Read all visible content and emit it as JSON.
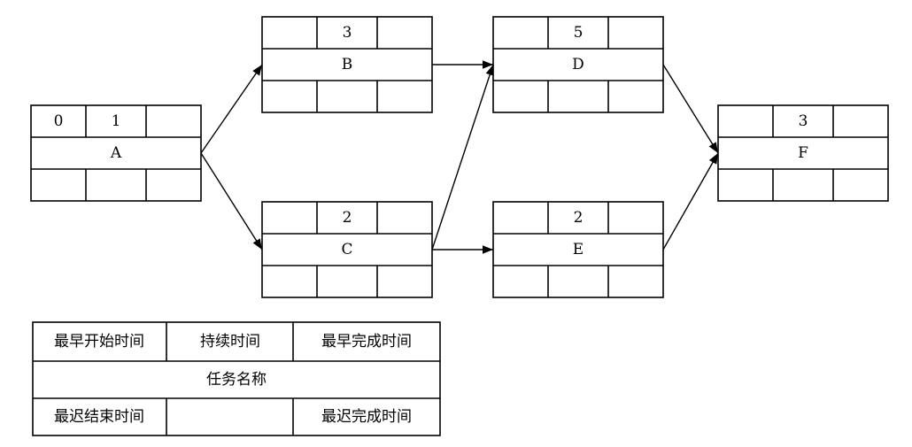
{
  "nodes": [
    {
      "id": "A",
      "name": "A",
      "early_start": "0",
      "duration": "1",
      "early_finish": "",
      "late_start": "",
      "slack": "",
      "late_finish": ""
    },
    {
      "id": "B",
      "name": "B",
      "early_start": "",
      "duration": "3",
      "early_finish": "",
      "late_start": "",
      "slack": "",
      "late_finish": ""
    },
    {
      "id": "C",
      "name": "C",
      "early_start": "",
      "duration": "2",
      "early_finish": "",
      "late_start": "",
      "slack": "",
      "late_finish": ""
    },
    {
      "id": "D",
      "name": "D",
      "early_start": "",
      "duration": "5",
      "early_finish": "",
      "late_start": "",
      "slack": "",
      "late_finish": ""
    },
    {
      "id": "E",
      "name": "E",
      "early_start": "",
      "duration": "2",
      "early_finish": "",
      "late_start": "",
      "slack": "",
      "late_finish": ""
    },
    {
      "id": "F",
      "name": "F",
      "early_start": "",
      "duration": "3",
      "early_finish": "",
      "late_start": "",
      "slack": "",
      "late_finish": ""
    }
  ],
  "edges": [
    {
      "from": "A",
      "to": "B"
    },
    {
      "from": "A",
      "to": "C"
    },
    {
      "from": "B",
      "to": "D"
    },
    {
      "from": "C",
      "to": "D"
    },
    {
      "from": "C",
      "to": "E"
    },
    {
      "from": "D",
      "to": "F"
    },
    {
      "from": "E",
      "to": "F"
    }
  ],
  "legend": {
    "early_start": "最早开始时间",
    "duration": "持续时间",
    "early_finish": "最早完成时间",
    "task_name": "任务名称",
    "late_end": "最迟结束时间",
    "middle": "",
    "late_finish": "最迟完成时间"
  }
}
